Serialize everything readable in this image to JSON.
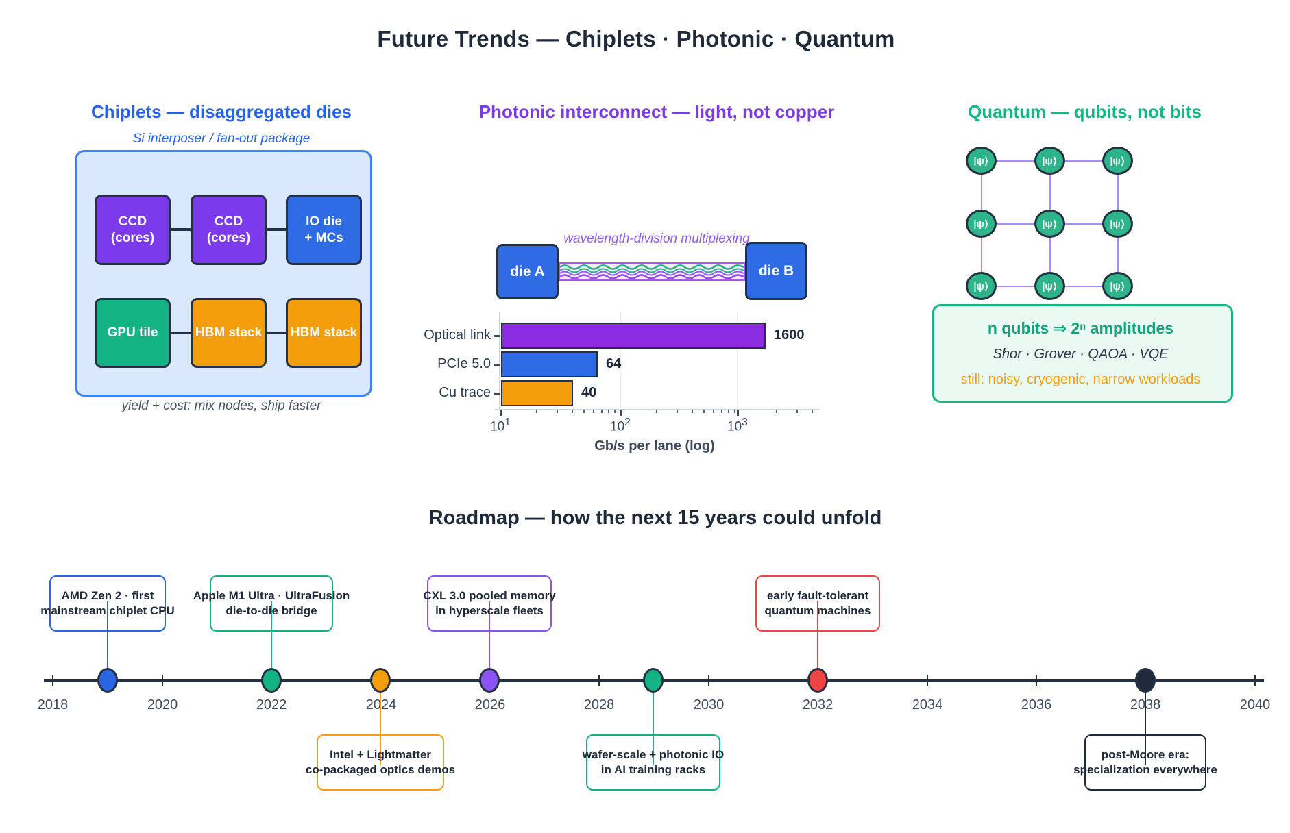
{
  "title": "Future Trends — Chiplets · Photonic · Quantum",
  "panels": {
    "chiplets": {
      "title": "Chiplets — disaggregated dies",
      "title_color": "#2563eb",
      "subtitle": "Si interposer / fan-out package",
      "caption": "yield + cost: mix nodes, ship faster",
      "chips": [
        {
          "line1": "CCD",
          "line2": "(cores)",
          "color": "#7c3aed"
        },
        {
          "line1": "CCD",
          "line2": "(cores)",
          "color": "#7c3aed"
        },
        {
          "line1": "IO die",
          "line2": "+ MCs",
          "color": "#2e6be4"
        },
        {
          "line1": "GPU tile",
          "line2": "",
          "color": "#14b384"
        },
        {
          "line1": "HBM stack",
          "line2": "",
          "color": "#f59e0b"
        },
        {
          "line1": "HBM stack",
          "line2": "",
          "color": "#f59e0b"
        }
      ]
    },
    "photonic": {
      "title": "Photonic interconnect — light, not copper",
      "title_color": "#7c3aed",
      "wdm_label": "wavelength-division multiplexing",
      "die_a": "die A",
      "die_b": "die B"
    },
    "quantum": {
      "title": "Quantum — qubits, not bits",
      "title_color": "#10b981",
      "qubit_label": "|ψ⟩",
      "info": {
        "headline": "n qubits  ⇒  2ⁿ amplitudes",
        "algorithms": "Shor · Grover · QAOA · VQE",
        "caveat": "still: noisy, cryogenic, narrow workloads"
      }
    }
  },
  "chart_data": {
    "type": "bar",
    "orientation": "horizontal",
    "categories": [
      "Optical link",
      "PCIe 5.0",
      "Cu trace"
    ],
    "values": [
      1600,
      64,
      40
    ],
    "value_labels": [
      "1600",
      "64",
      "40"
    ],
    "colors": [
      "#8b2be2",
      "#2e6be4",
      "#f59e0b"
    ],
    "xscale": "log",
    "xlim": [
      10,
      4000
    ],
    "xlabel": "Gb/s per lane (log)",
    "ticks": [
      {
        "base": "10",
        "exp": "1"
      },
      {
        "base": "10",
        "exp": "2"
      },
      {
        "base": "10",
        "exp": "3"
      }
    ],
    "grid": "vertical-major"
  },
  "roadmap": {
    "title": "Roadmap — how the next 15 years could unfold",
    "years": [
      "2018",
      "2020",
      "2022",
      "2024",
      "2026",
      "2028",
      "2030",
      "2032",
      "2034",
      "2036",
      "2038",
      "2040"
    ],
    "events": [
      {
        "year": 2019,
        "line1": "AMD Zen 2 · first",
        "line2": "mainstream chiplet CPU",
        "color": "#2966e3",
        "side": "above"
      },
      {
        "year": 2022,
        "line1": "Apple M1 Ultra · UltraFusion",
        "line2": "die-to-die bridge",
        "color": "#14b384",
        "side": "above"
      },
      {
        "year": 2024,
        "line1": "Intel + Lightmatter",
        "line2": "co-packaged optics demos",
        "color": "#f59e0b",
        "side": "below"
      },
      {
        "year": 2026,
        "line1": "CXL 3.0 pooled memory",
        "line2": "in hyperscale fleets",
        "color": "#8b52f4",
        "side": "above"
      },
      {
        "year": 2029,
        "line1": "wafer-scale + photonic IO",
        "line2": "in AI training racks",
        "color": "#14b384",
        "side": "below"
      },
      {
        "year": 2032,
        "line1": "early fault-tolerant",
        "line2": "quantum machines",
        "color": "#ef4444",
        "side": "above"
      },
      {
        "year": 2038,
        "line1": "post-Moore era:",
        "line2": "specialization everywhere",
        "color": "#1f2a3c",
        "side": "below"
      }
    ]
  }
}
